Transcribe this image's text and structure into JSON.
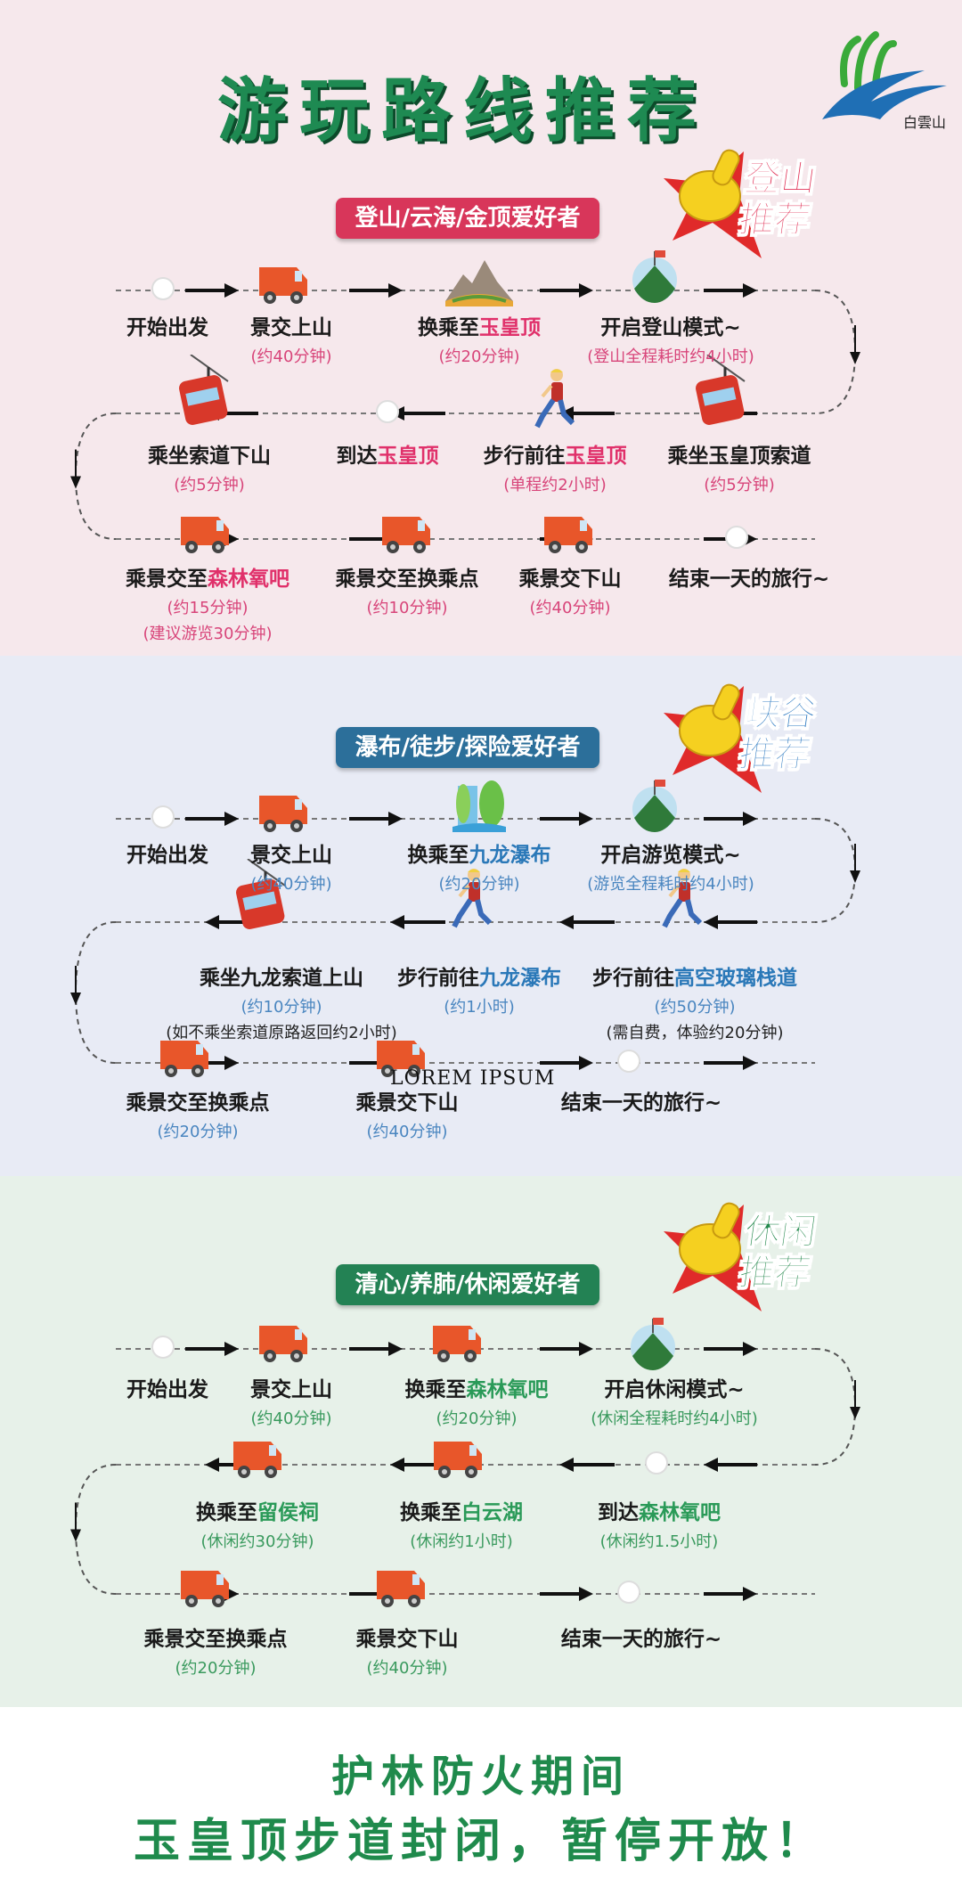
{
  "header": {
    "title": "游玩路线推荐",
    "logo_text": "白雲山"
  },
  "colors": {
    "green": "#1e8a52",
    "section1_accent": "#e0306a",
    "section2_accent": "#2a78b8",
    "section3_accent": "#2a9a58",
    "van": "#e8562a"
  },
  "sections": [
    {
      "badge": "登山/云海/金顶爱好者",
      "tag_line1": "登山",
      "tag_line2": "推荐",
      "nodes": [
        {
          "pre": "开始出发",
          "hl": "",
          "sub": "",
          "extra": ""
        },
        {
          "pre": "景交上山",
          "hl": "",
          "sub": "(约40分钟)",
          "extra": ""
        },
        {
          "pre": "换乘至",
          "hl": "玉皇顶",
          "sub": "(约20分钟)",
          "extra": ""
        },
        {
          "pre": "开启登山模式~",
          "hl": "",
          "sub": "(登山全程耗时约4小时)",
          "extra": ""
        },
        {
          "pre": "乘坐玉皇顶索道",
          "hl": "",
          "sub": "(约5分钟)",
          "extra": ""
        },
        {
          "pre": "步行前往",
          "hl": "玉皇顶",
          "sub": "(单程约2小时)",
          "extra": ""
        },
        {
          "pre": "到达",
          "hl": "玉皇顶",
          "sub": "",
          "extra": ""
        },
        {
          "pre": "乘坐索道下山",
          "hl": "",
          "sub": "(约5分钟)",
          "extra": ""
        },
        {
          "pre": "乘景交至",
          "hl": "森林氧吧",
          "sub": "(约15分钟)",
          "extra": "(建议游览30分钟)"
        },
        {
          "pre": "乘景交至换乘点",
          "hl": "",
          "sub": "(约10分钟)",
          "extra": ""
        },
        {
          "pre": "乘景交下山",
          "hl": "",
          "sub": "(约40分钟)",
          "extra": ""
        },
        {
          "pre": "结束一天的旅行~",
          "hl": "",
          "sub": "",
          "extra": ""
        }
      ]
    },
    {
      "badge": "瀑布/徒步/探险爱好者",
      "tag_line1": "峡谷",
      "tag_line2": "推荐",
      "overlay_text": "LOREM IPSUM",
      "nodes": [
        {
          "pre": "开始出发",
          "hl": "",
          "sub": "",
          "extra": ""
        },
        {
          "pre": "景交上山",
          "hl": "",
          "sub": "(约40分钟)",
          "extra": ""
        },
        {
          "pre": "换乘至",
          "hl": "九龙瀑布",
          "sub": "(约20分钟)",
          "extra": ""
        },
        {
          "pre": "开启游览模式~",
          "hl": "",
          "sub": "(游览全程耗时约4小时)",
          "extra": ""
        },
        {
          "pre": "步行前往",
          "hl": "高空玻璃栈道",
          "sub": "(约50分钟)",
          "extra": "(需自费，体验约20分钟)"
        },
        {
          "pre": "步行前往",
          "hl": "九龙瀑布",
          "sub": "(约1小时)",
          "extra": ""
        },
        {
          "pre": "乘坐九龙索道上山",
          "hl": "",
          "sub": "(约10分钟)",
          "extra": "(如不乘坐索道原路返回约2小时)"
        },
        {
          "pre": "乘景交至换乘点",
          "hl": "",
          "sub": "(约20分钟)",
          "extra": ""
        },
        {
          "pre": "乘景交下山",
          "hl": "",
          "sub": "(约40分钟)",
          "extra": ""
        },
        {
          "pre": "结束一天的旅行~",
          "hl": "",
          "sub": "",
          "extra": ""
        }
      ]
    },
    {
      "badge": "清心/养肺/休闲爱好者",
      "tag_line1": "休闲",
      "tag_line2": "推荐",
      "nodes": [
        {
          "pre": "开始出发",
          "hl": "",
          "sub": "",
          "extra": ""
        },
        {
          "pre": "景交上山",
          "hl": "",
          "sub": "(约40分钟)",
          "extra": ""
        },
        {
          "pre": "换乘至",
          "hl": "森林氧吧",
          "sub": "(约20分钟)",
          "extra": ""
        },
        {
          "pre": "开启休闲模式~",
          "hl": "",
          "sub": "(休闲全程耗时约4小时)",
          "extra": ""
        },
        {
          "pre": "到达",
          "hl": "森林氧吧",
          "sub": "(休闲约1.5小时)",
          "extra": ""
        },
        {
          "pre": "换乘至",
          "hl": "白云湖",
          "sub": "(休闲约1小时)",
          "extra": ""
        },
        {
          "pre": "换乘至",
          "hl": "留侯祠",
          "sub": "(休闲约30分钟)",
          "extra": ""
        },
        {
          "pre": "乘景交至换乘点",
          "hl": "",
          "sub": "(约20分钟)",
          "extra": ""
        },
        {
          "pre": "乘景交下山",
          "hl": "",
          "sub": "(约40分钟)",
          "extra": ""
        },
        {
          "pre": "结束一天的旅行~",
          "hl": "",
          "sub": "",
          "extra": ""
        }
      ]
    }
  ],
  "footer": {
    "line1": "护林防火期间",
    "line2": "玉皇顶步道封闭，暂停开放！"
  }
}
